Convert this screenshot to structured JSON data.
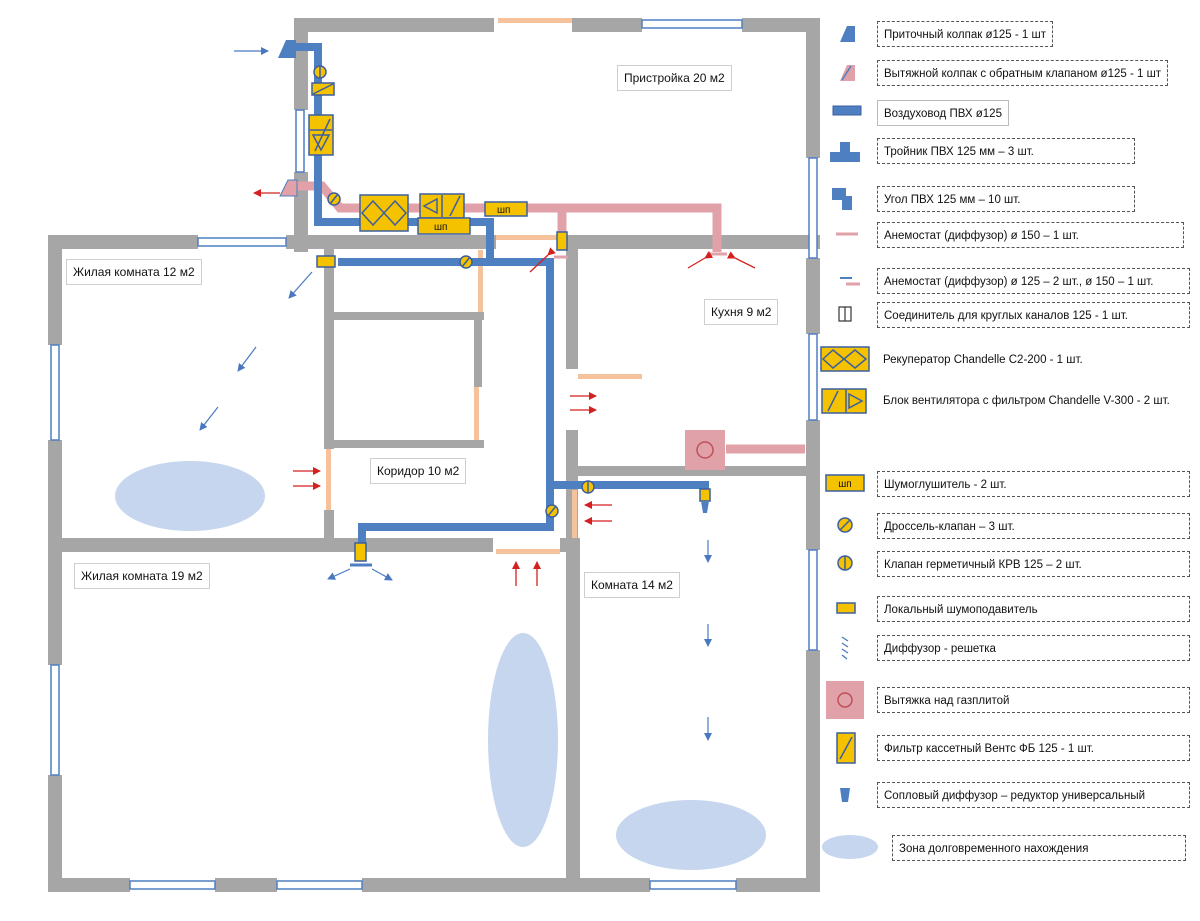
{
  "rooms": {
    "annex": "Пристройка 20 м2",
    "living12": "Жилая комната 12 м2",
    "kitchen": "Кухня 9 м2",
    "corridor": "Коридор 10 м2",
    "living19": "Жилая комната 19 м2",
    "room14": "Комната 14 м2"
  },
  "duct_labels": {
    "silencer": "шп"
  },
  "legend": [
    {
      "icon": "supply-hood-icon",
      "text": "Приточный колпак  ø125 - 1 шт"
    },
    {
      "icon": "exhaust-hood-icon",
      "text": "Вытяжной колпак с обратным клапаном  ø125 - 1 шт"
    },
    {
      "icon": "pvc-duct-icon",
      "text": "Воздуховод  ПВХ ø125"
    },
    {
      "icon": "tee-icon",
      "text": "Тройник ПВХ 125 мм – 3 шт."
    },
    {
      "icon": "elbow-icon",
      "text": "Угол ПВХ 125 мм  – 10 шт."
    },
    {
      "icon": "anemostat-150-icon",
      "text": "Анемостат (диффузор)  ø 150 – 1 шт."
    },
    {
      "icon": "anemostat-125-icon",
      "text": "Анемостат (диффузор) ø 125 – 2 шт., ø 150 – 1 шт."
    },
    {
      "icon": "connector-icon",
      "text": "Соединитель для круглых каналов 125 - 1 шт."
    },
    {
      "icon": "recuperator-icon",
      "text": "Рекуператор  Chandelle  C2-200 - 1 шт."
    },
    {
      "icon": "fan-block-icon",
      "text": "Блок вентилятора с фильтром Chandelle  V-300 - 2 шт."
    },
    {
      "icon": "silencer-icon",
      "text": "Шумоглушитель  - 2 шт."
    },
    {
      "icon": "throttle-valve-icon",
      "text": "Дроссель-клапан    – 3 шт."
    },
    {
      "icon": "sealed-valve-icon",
      "text": "Клапан  герметичный КРВ 125 – 2 шт."
    },
    {
      "icon": "local-muffler-icon",
      "text": "Локальный шумоподавитель"
    },
    {
      "icon": "diffuser-grille-icon",
      "text": "Диффузор - решетка"
    },
    {
      "icon": "stove-hood-icon",
      "text": "Вытяжка над газплитой"
    },
    {
      "icon": "cassette-filter-icon",
      "text": "Фильтр кассетный Вентс ФБ 125 - 1 шт."
    },
    {
      "icon": "nozzle-diffuser-icon",
      "text": "Сопловый диффузор – редуктор универсальный"
    },
    {
      "icon": "long-stay-zone-icon",
      "text": "Зона  долговременного нахождения"
    }
  ],
  "colors": {
    "wall": "#a6a6a6",
    "supply_duct": "#4e7fc0",
    "exhaust_duct": "#e0a1a8",
    "equipment": "#f5c200",
    "equipment_border": "#3b5fa0",
    "door": "#f5c29b",
    "zone": "#c5d6ee",
    "arrow_red": "#d32020",
    "arrow_blue": "#4a78c0"
  }
}
